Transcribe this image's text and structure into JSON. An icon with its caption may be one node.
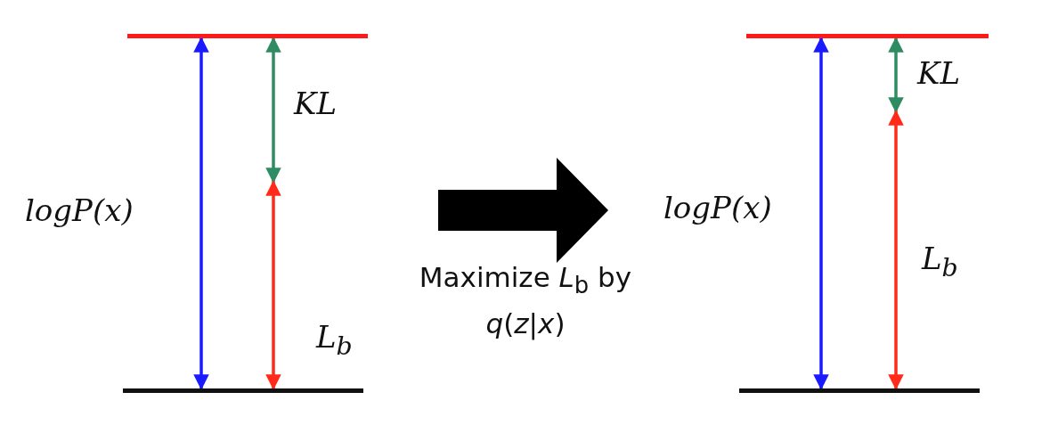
{
  "diagram": {
    "nodes": [
      {
        "text": [],
        "shape": "bar"
      },
      {
        "text": [],
        "shape": "bar"
      },
      {
        "text": [],
        "shape": "bar"
      },
      {
        "text": [],
        "shape": "bar"
      }
    ],
    "edges": [
      {
        "from": 0,
        "to": 1,
        "arrow": "both",
        "color": "#1a1aff",
        "label": "logP(x)"
      },
      {
        "from": 0,
        "to": null,
        "arrow": "both",
        "color": "#2e8b62",
        "label": "KL"
      },
      {
        "from": null,
        "to": 1,
        "arrow": "both",
        "color": "#ff2a1a",
        "label": "L$_{b}$"
      },
      {
        "from": 2,
        "to": 3,
        "arrow": "both",
        "color": "#1a1aff",
        "label": "logP(x)"
      },
      {
        "from": 2,
        "to": null,
        "arrow": "both",
        "color": "#2e8b62",
        "label": "KL"
      },
      {
        "from": null,
        "to": 3,
        "arrow": "both",
        "color": "#ff2a1a",
        "label": "L$_{b}$"
      }
    ],
    "labels": [
      "Maximize *L*$_{b}$ by *q*(*z*|*x*)"
    ]
  }
}
